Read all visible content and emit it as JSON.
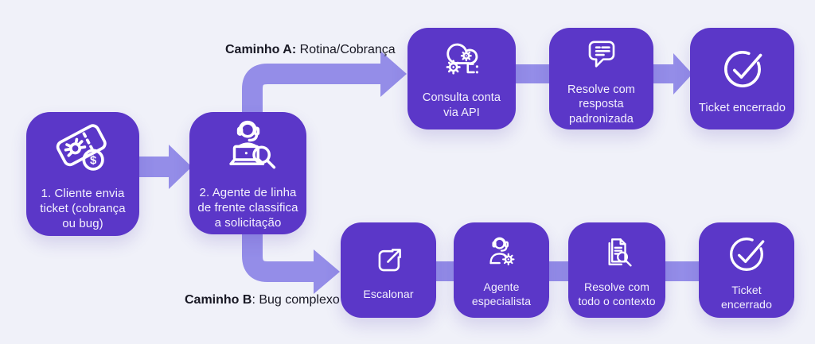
{
  "background": "#f0f1f9",
  "colors": {
    "node_fill": "#5b37c8",
    "connector": "#948de8",
    "node_text": "#f3f1fd",
    "path_title_text": "#181824"
  },
  "flow": {
    "step1": {
      "label": "1. Cliente envia ticket (cobrança ou bug)",
      "icon": "ticket-bug-dollar-icon"
    },
    "step2": {
      "label": "2. Agente de linha de frente classifica a solicitação",
      "icon": "support-agent-laptop-magnifier-icon"
    },
    "path_a": {
      "title_strong": "Caminho A:",
      "title_rest": " Rotina/Cobrança",
      "steps": [
        {
          "label": "Consulta conta via API",
          "icon": "cloud-gears-api-icon"
        },
        {
          "label": "Resolve com resposta padronizada",
          "icon": "chat-bubble-lines-icon"
        },
        {
          "label": "Ticket encerrado",
          "icon": "check-circle-icon"
        }
      ]
    },
    "path_b": {
      "title_strong": "Caminho B",
      "title_rest": ": Bug complexo",
      "steps": [
        {
          "label": "Escalonar",
          "icon": "external-link-icon"
        },
        {
          "label": "Agente especialista",
          "icon": "specialist-agent-gear-icon"
        },
        {
          "label": "Resolve com todo o contexto",
          "icon": "documents-magnifier-icon"
        },
        {
          "label": "Ticket encerrado",
          "icon": "check-circle-icon"
        }
      ]
    }
  }
}
